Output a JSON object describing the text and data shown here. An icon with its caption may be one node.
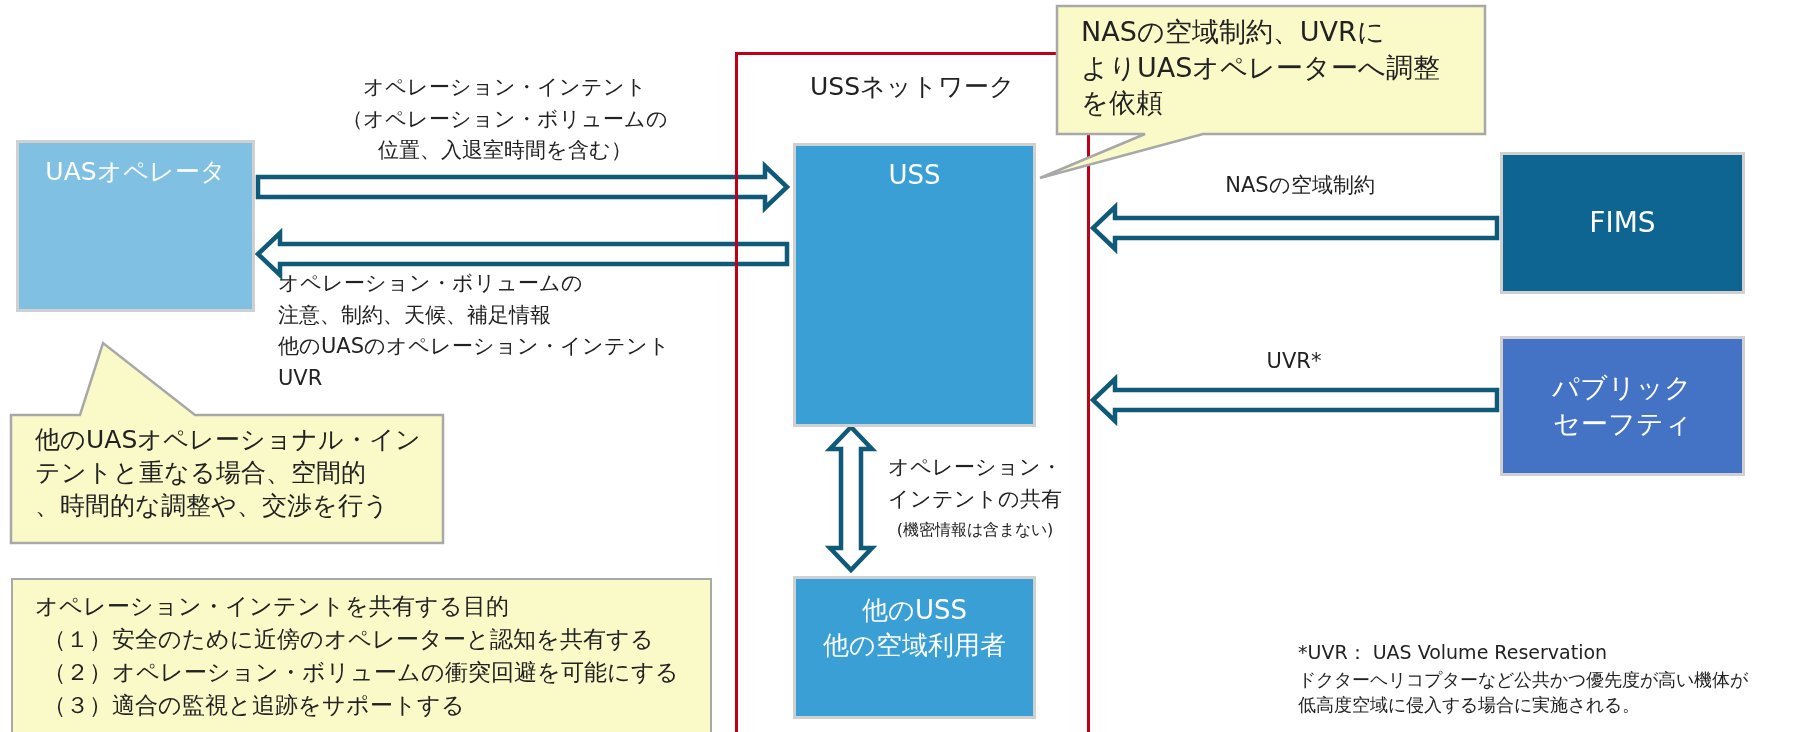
{
  "diagram": {
    "nodes": [
      {
        "text": [
          "UASオペレータ"
        ]
      },
      {
        "text": [
          "USSネットワーク"
        ]
      },
      {
        "text": [
          "USS"
        ],
        "in": 1
      },
      {
        "text": [
          "他のUSS",
          "他の空域利用者"
        ],
        "in": 1
      },
      {
        "text": [
          "FIMS"
        ]
      },
      {
        "text": [
          "パブリックセーフティ"
        ]
      },
      {
        "text": [
          "NASの空域制約、UVRによりUASオペレーターへ調整を依頼"
        ]
      },
      {
        "text": [
          "他のUASオペレーショナル・インテントと重なる場合、空間的、時間的な調整や、交渉を行う"
        ]
      },
      {
        "text": [
          "オペレーション・インテントを共有する目的",
          "（１）安全のために近傍のオペレーターと認知を共有する",
          "（２）オペレーション・ボリュームの衝突回避を可能にする",
          "（３）適合の監視と追跡をサポートする"
        ]
      }
    ],
    "edges": [
      {
        "from": 0,
        "to": 2,
        "arrow": "to",
        "label": "オペレーション・インテント（オペレーション・ボリュームの位置、入退室時間を含む）"
      },
      {
        "from": 2,
        "to": 0,
        "arrow": "to",
        "label": "オペレーション・ボリュームの注意、制約、天候、補足情報他のUASのオペレーション・インテントUVR"
      },
      {
        "from": 2,
        "to": 3,
        "arrow": "both",
        "label": "オペレーション・インテントの共有"
      },
      {
        "from": 4,
        "to": 1,
        "arrow": "to",
        "label": "NASの空域制約"
      },
      {
        "from": 5,
        "to": 1,
        "arrow": "to",
        "label": "UVR*"
      }
    ],
    "labels": [
      "(機密情報は含まない)",
      "*UVR： UAS Volume Reservation",
      "ドクターヘリコプターなど公共かつ優先度が高い機体が低高度空域に侵入する場合に実施される。"
    ]
  }
}
